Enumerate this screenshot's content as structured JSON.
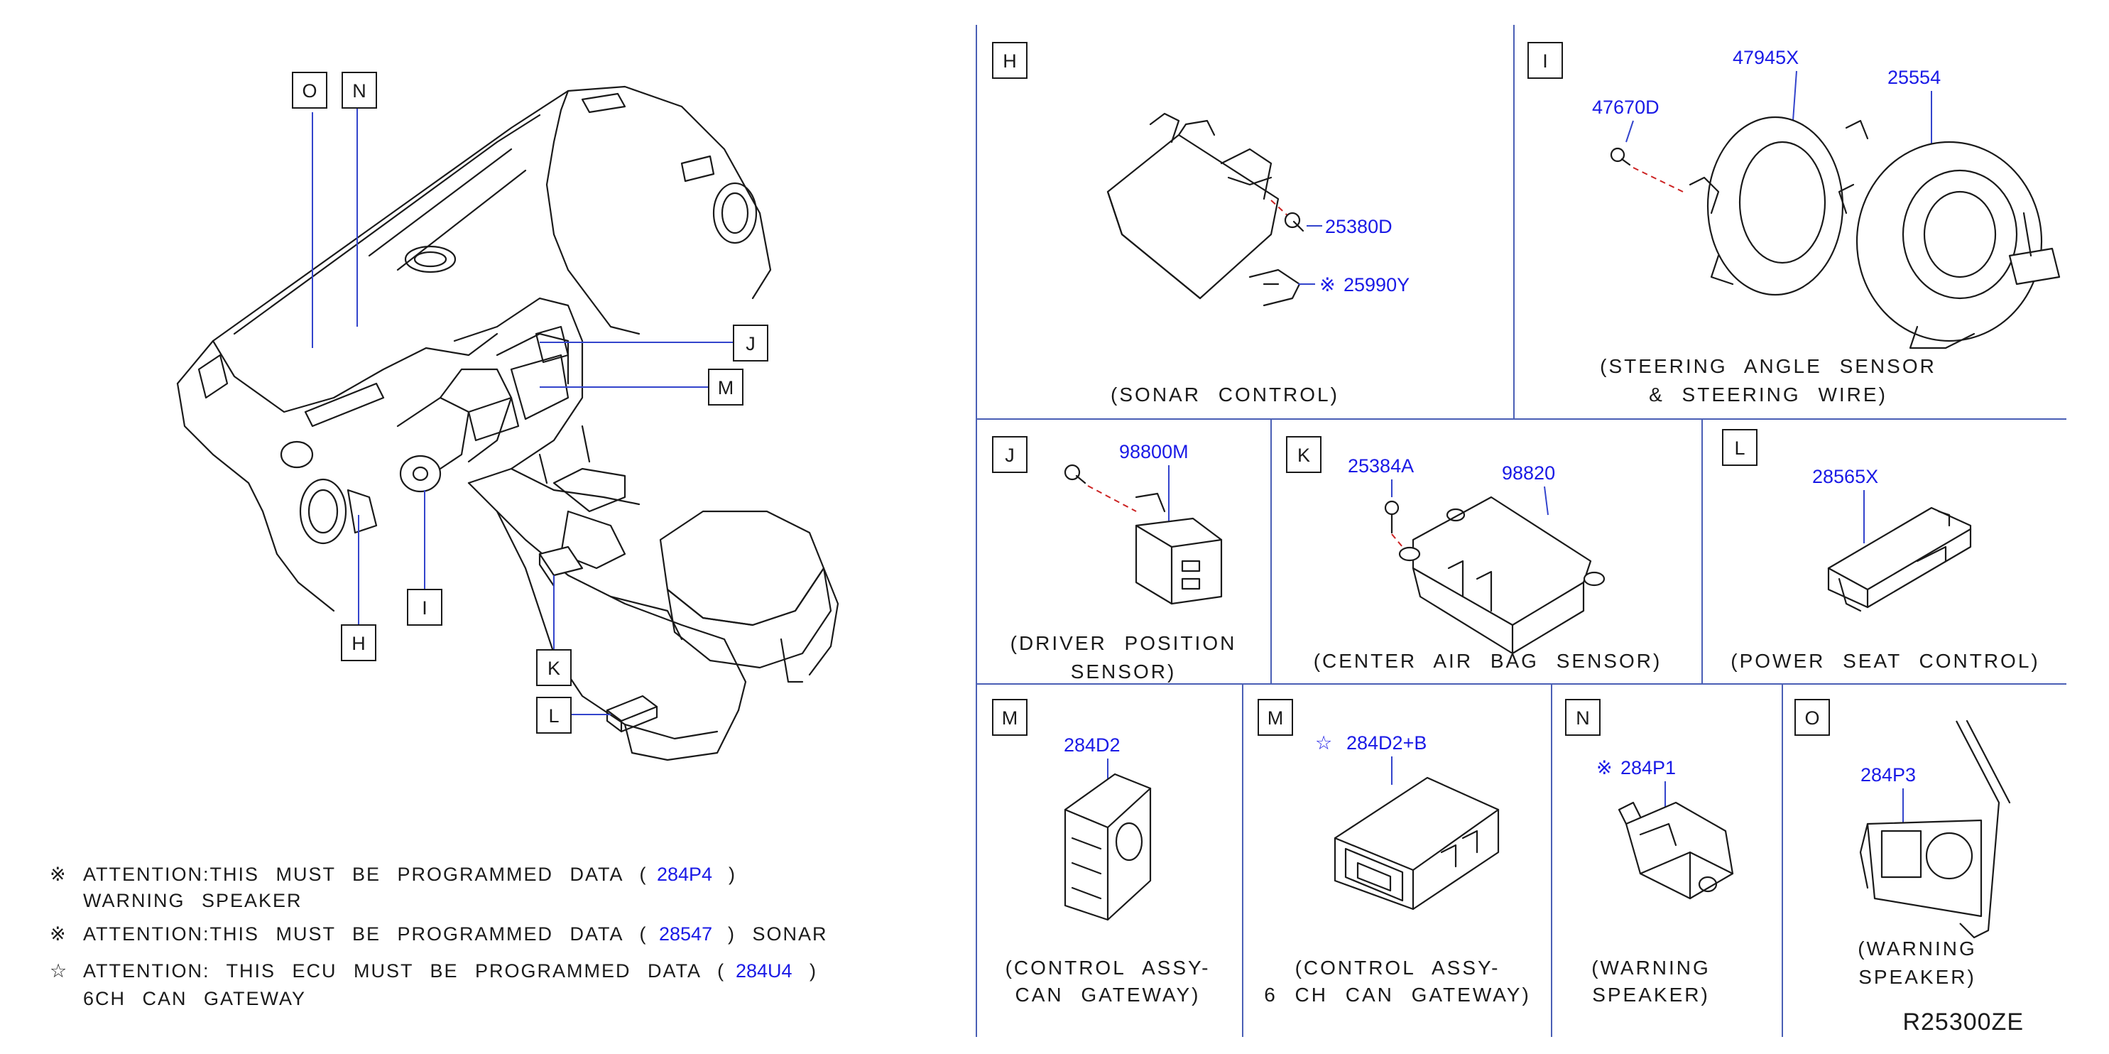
{
  "callouts": {
    "O": "O",
    "N": "N",
    "J": "J",
    "M": "M",
    "I": "I",
    "H": "H",
    "K": "K",
    "L": "L"
  },
  "panels": {
    "H": {
      "letter": "H",
      "parts": [
        "25380D",
        "25990Y"
      ],
      "caption": "(SONAR  CONTROL)"
    },
    "I": {
      "letter": "I",
      "parts": [
        "47945X",
        "25554",
        "47670D"
      ],
      "caption": [
        "(STEERING  ANGLE  SENSOR",
        "&  STEERING  WIRE)"
      ]
    },
    "J": {
      "letter": "J",
      "parts": [
        "98800M"
      ],
      "caption": [
        "(DRIVER  POSITION",
        "SENSOR)"
      ]
    },
    "K": {
      "letter": "K",
      "parts": [
        "25384A",
        "98820"
      ],
      "caption": "(CENTER  AIR  BAG  SENSOR)"
    },
    "L": {
      "letter": "L",
      "parts": [
        "28565X"
      ],
      "caption": "(POWER  SEAT  CONTROL)"
    },
    "M1": {
      "letter": "M",
      "parts": [
        "284D2"
      ],
      "caption": [
        "(CONTROL  ASSY-",
        "CAN  GATEWAY)"
      ]
    },
    "M2": {
      "letter": "M",
      "parts": [
        "284D2+B"
      ],
      "caption": [
        "(CONTROL  ASSY-",
        "6  CH  CAN  GATEWAY)"
      ]
    },
    "N": {
      "letter": "N",
      "parts": [
        "284P1"
      ],
      "caption": [
        "(WARNING",
        "SPEAKER)"
      ]
    },
    "O": {
      "letter": "O",
      "parts": [
        "284P3"
      ],
      "caption": [
        "(WARNING",
        "SPEAKER)"
      ]
    }
  },
  "symbols": {
    "kome": "※",
    "star": "☆"
  },
  "notes": [
    {
      "symbol": "※",
      "prefix": "ATTENTION:THIS  MUST  BE  PROGRAMMED  DATA  (",
      "part": "284P4",
      "suffix": ")",
      "line2": "WARNING  SPEAKER"
    },
    {
      "symbol": "※",
      "prefix": "ATTENTION:THIS  MUST  BE  PROGRAMMED  DATA  (",
      "part": "28547",
      "suffix": ")  SONAR",
      "line2": ""
    },
    {
      "symbol": "☆",
      "prefix": "ATTENTION:  THIS  ECU  MUST  BE  PROGRAMMED  DATA  (",
      "part": "284U4",
      "suffix": ")",
      "line2": "6CH  CAN  GATEWAY"
    }
  ],
  "reference": "R25300ZE",
  "colors": {
    "part_number": "#1a1ae6",
    "frame": "#4a5fb5",
    "leader": "#3344cc",
    "dashed_leader": "#cc2222"
  }
}
